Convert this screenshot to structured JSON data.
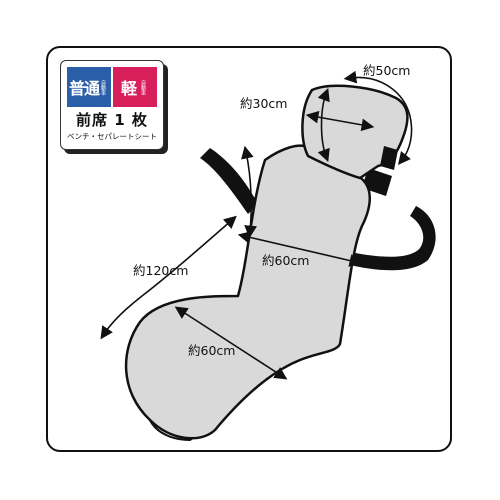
{
  "badge": {
    "left_label": "普通",
    "left_sub": "自動車",
    "right_label": "軽",
    "right_sub": "自動車",
    "title": "前席 1 枚",
    "subtitle": "ベンチ・セパレートシート"
  },
  "dimensions": {
    "headrest_width": "約30cm",
    "headrest_circumference": "約50cm",
    "back_width": "約60cm",
    "total_length": "約120cm",
    "seat_width": "約60cm"
  },
  "colors": {
    "cover_fill": "#d9d9d9",
    "outline": "#111111",
    "badge_blue": "#2b5ea9",
    "badge_red": "#d81e5b"
  }
}
